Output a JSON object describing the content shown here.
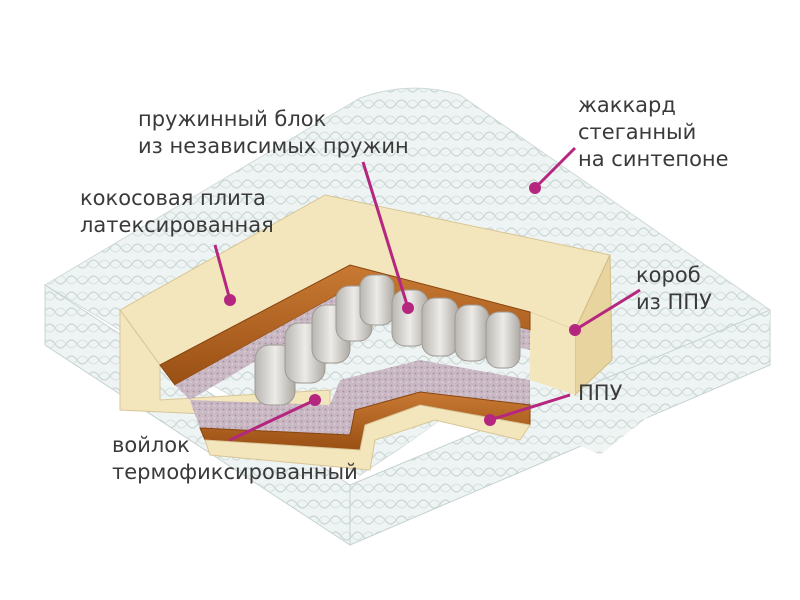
{
  "labels": {
    "spring_block": [
      "пружинный блок",
      "из независимых пружин"
    ],
    "jacquard": [
      "жаккард",
      "стеганный",
      "на синтепоне"
    ],
    "coconut": [
      "кокосовая плита",
      "латексированная"
    ],
    "box": [
      "короб",
      "из ППУ"
    ],
    "ppu": [
      "ППУ"
    ],
    "felt": [
      "войлок",
      "термофиксированный"
    ]
  },
  "colors": {
    "accent": "#b5277e",
    "foam": "#f3e6bd",
    "foam_side": "#e8d49f",
    "coconut": "#b8641e",
    "felt": "#c9b8c4",
    "spring": "#d9d7d3",
    "cover": "#eef4f3",
    "text": "#3a3a3a"
  }
}
